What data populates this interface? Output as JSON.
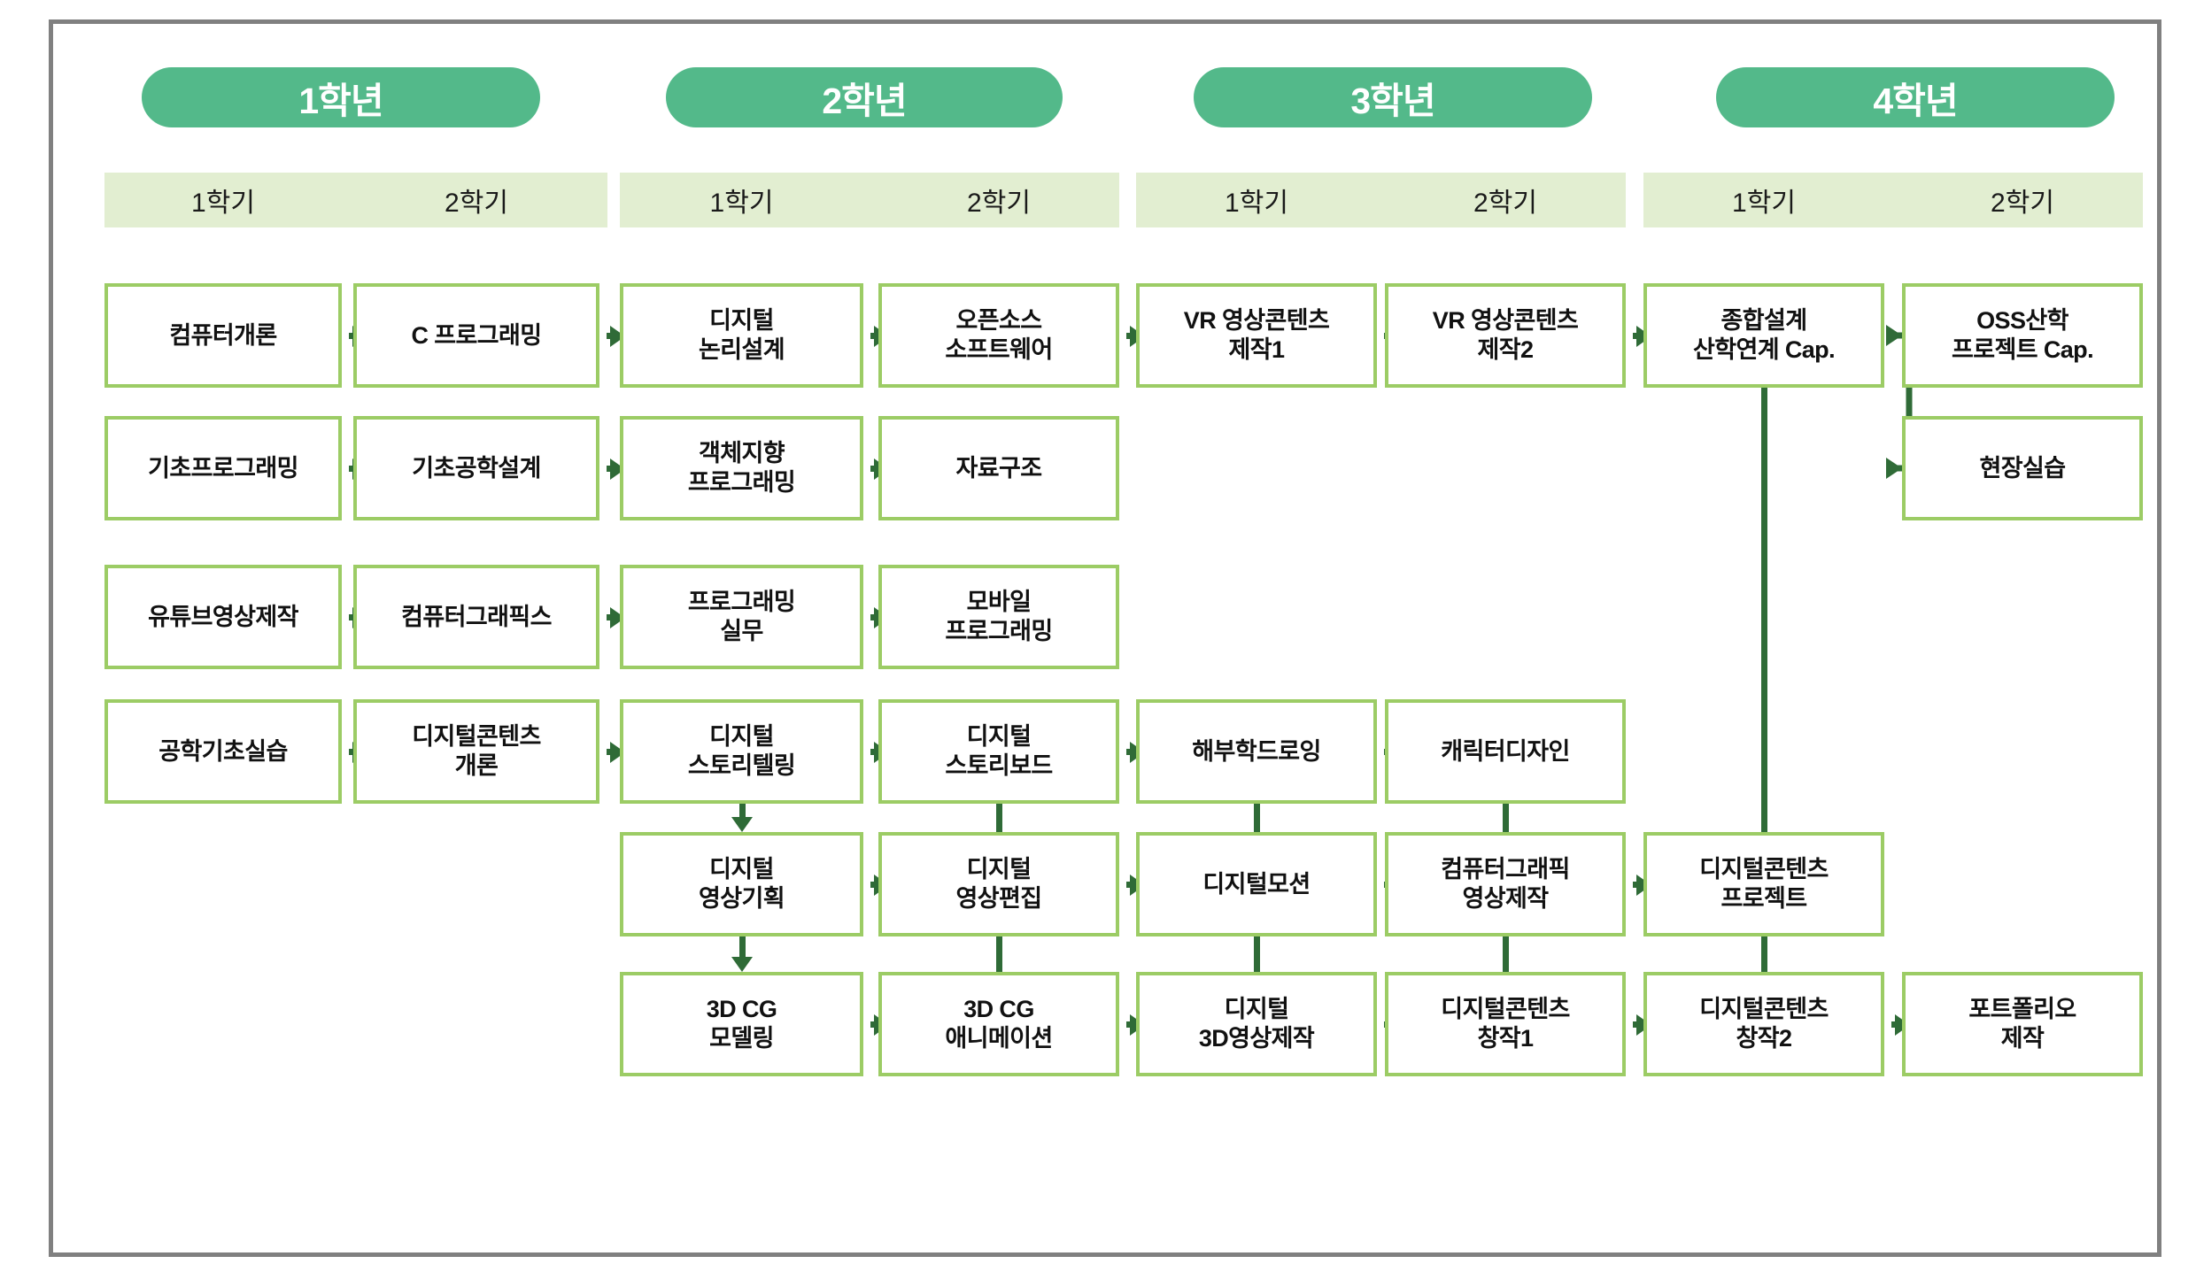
{
  "theme": {
    "frame_border": "#808080",
    "pill_bg": "#53b98a",
    "pill_text": "#ffffff",
    "band_bg": "#e2eed1",
    "box_border": "#9ccc65",
    "box_bg": "#ffffff",
    "arrow": "#2f6b37",
    "text": "#111111"
  },
  "years": [
    {
      "label": "1학년"
    },
    {
      "label": "2학년"
    },
    {
      "label": "3학년"
    },
    {
      "label": "4학년"
    }
  ],
  "semesters": [
    {
      "label": "1학기"
    },
    {
      "label": "2학기"
    },
    {
      "label": "1학기"
    },
    {
      "label": "2학기"
    },
    {
      "label": "1학기"
    },
    {
      "label": "2학기"
    },
    {
      "label": "1학기"
    },
    {
      "label": "2학기"
    }
  ],
  "columns": [
    "1학년 1학기",
    "1학년 2학기",
    "2학년 1학기",
    "2학년 2학기",
    "3학년 1학기",
    "3학년 2학기",
    "4학년 1학기",
    "4학년 2학기"
  ],
  "courses": [
    {
      "id": "c_r1_1",
      "col": 0,
      "row": 0,
      "lines": [
        "컴퓨터개론"
      ]
    },
    {
      "id": "c_r1_2",
      "col": 1,
      "row": 0,
      "lines": [
        "C 프로그래밍"
      ]
    },
    {
      "id": "c_r1_3",
      "col": 2,
      "row": 0,
      "lines": [
        "디지털",
        "논리설계"
      ]
    },
    {
      "id": "c_r1_4",
      "col": 3,
      "row": 0,
      "lines": [
        "오픈소스",
        "소프트웨어"
      ]
    },
    {
      "id": "c_r1_5",
      "col": 4,
      "row": 0,
      "lines": [
        "VR 영상콘텐츠",
        "제작1"
      ]
    },
    {
      "id": "c_r1_6",
      "col": 5,
      "row": 0,
      "lines": [
        "VR 영상콘텐츠",
        "제작2"
      ]
    },
    {
      "id": "c_r1_7",
      "col": 6,
      "row": 0,
      "lines": [
        "종합설계",
        "산학연계 Cap."
      ]
    },
    {
      "id": "c_r1_8",
      "col": 7,
      "row": 0,
      "lines": [
        "OSS산학",
        "프로젝트 Cap."
      ]
    },
    {
      "id": "c_r2_1",
      "col": 0,
      "row": 1,
      "lines": [
        "기초프로그래밍"
      ]
    },
    {
      "id": "c_r2_2",
      "col": 1,
      "row": 1,
      "lines": [
        "기초공학설계"
      ]
    },
    {
      "id": "c_r2_3",
      "col": 2,
      "row": 1,
      "lines": [
        "객체지향",
        "프로그래밍"
      ]
    },
    {
      "id": "c_r2_4",
      "col": 3,
      "row": 1,
      "lines": [
        "자료구조"
      ]
    },
    {
      "id": "c_r2_8",
      "col": 7,
      "row": 1,
      "lines": [
        "현장실습"
      ]
    },
    {
      "id": "c_r3_1",
      "col": 0,
      "row": 2,
      "lines": [
        "유튜브영상제작"
      ]
    },
    {
      "id": "c_r3_2",
      "col": 1,
      "row": 2,
      "lines": [
        "컴퓨터그래픽스"
      ]
    },
    {
      "id": "c_r3_3",
      "col": 2,
      "row": 2,
      "lines": [
        "프로그래밍",
        "실무"
      ]
    },
    {
      "id": "c_r3_4",
      "col": 3,
      "row": 2,
      "lines": [
        "모바일",
        "프로그래밍"
      ]
    },
    {
      "id": "c_r4_1",
      "col": 0,
      "row": 3,
      "lines": [
        "공학기초실습"
      ]
    },
    {
      "id": "c_r4_2",
      "col": 1,
      "row": 3,
      "lines": [
        "디지털콘텐츠",
        "개론"
      ]
    },
    {
      "id": "c_r4_3",
      "col": 2,
      "row": 3,
      "lines": [
        "디지털",
        "스토리텔링"
      ]
    },
    {
      "id": "c_r4_4",
      "col": 3,
      "row": 3,
      "lines": [
        "디지털",
        "스토리보드"
      ]
    },
    {
      "id": "c_r4_5",
      "col": 4,
      "row": 3,
      "lines": [
        "해부학드로잉"
      ]
    },
    {
      "id": "c_r4_6",
      "col": 5,
      "row": 3,
      "lines": [
        "캐릭터디자인"
      ]
    },
    {
      "id": "c_r5_3",
      "col": 2,
      "row": 4,
      "lines": [
        "디지털",
        "영상기획"
      ]
    },
    {
      "id": "c_r5_4",
      "col": 3,
      "row": 4,
      "lines": [
        "디지털",
        "영상편집"
      ]
    },
    {
      "id": "c_r5_5",
      "col": 4,
      "row": 4,
      "lines": [
        "디지털모션"
      ]
    },
    {
      "id": "c_r5_6",
      "col": 5,
      "row": 4,
      "lines": [
        "컴퓨터그래픽",
        "영상제작"
      ]
    },
    {
      "id": "c_r5_7",
      "col": 6,
      "row": 4,
      "lines": [
        "디지털콘텐츠",
        "프로젝트"
      ]
    },
    {
      "id": "c_r6_3",
      "col": 2,
      "row": 5,
      "lines": [
        "3D CG",
        "모델링"
      ]
    },
    {
      "id": "c_r6_4",
      "col": 3,
      "row": 5,
      "lines": [
        "3D CG",
        "애니메이션"
      ]
    },
    {
      "id": "c_r6_5",
      "col": 4,
      "row": 5,
      "lines": [
        "디지털",
        "3D영상제작"
      ]
    },
    {
      "id": "c_r6_6",
      "col": 5,
      "row": 5,
      "lines": [
        "디지털콘텐츠",
        "창작1"
      ]
    },
    {
      "id": "c_r6_7",
      "col": 6,
      "row": 5,
      "lines": [
        "디지털콘텐츠",
        "창작2"
      ]
    },
    {
      "id": "c_r6_8",
      "col": 7,
      "row": 5,
      "lines": [
        "포트폴리오",
        "제작"
      ]
    }
  ],
  "connections": [
    {
      "from": "컴퓨터개론",
      "to": "C 프로그래밍",
      "kind": "horizontal"
    },
    {
      "from": "C 프로그래밍",
      "to": "디지털 논리설계",
      "kind": "horizontal"
    },
    {
      "from": "디지털 논리설계",
      "to": "오픈소스 소프트웨어",
      "kind": "horizontal"
    },
    {
      "from": "오픈소스 소프트웨어",
      "to": "VR 영상콘텐츠 제작1",
      "kind": "horizontal"
    },
    {
      "from": "VR 영상콘텐츠 제작1",
      "to": "VR 영상콘텐츠 제작2",
      "kind": "horizontal"
    },
    {
      "from": "VR 영상콘텐츠 제작2",
      "to": "종합설계 산학연계 Cap.",
      "kind": "horizontal"
    },
    {
      "from": "종합설계 산학연계 Cap.",
      "to": "OSS산학 프로젝트 Cap.",
      "kind": "branch"
    },
    {
      "from": "종합설계 산학연계 Cap.",
      "to": "현장실습",
      "kind": "branch"
    },
    {
      "from": "종합설계 산학연계 Cap.",
      "to": "디지털콘텐츠 프로젝트",
      "kind": "vertical-long"
    },
    {
      "from": "기초프로그래밍",
      "to": "기초공학설계",
      "kind": "horizontal"
    },
    {
      "from": "기초공학설계",
      "to": "객체지향 프로그래밍",
      "kind": "horizontal"
    },
    {
      "from": "객체지향 프로그래밍",
      "to": "자료구조",
      "kind": "horizontal"
    },
    {
      "from": "유튜브영상제작",
      "to": "컴퓨터그래픽스",
      "kind": "horizontal"
    },
    {
      "from": "컴퓨터그래픽스",
      "to": "프로그래밍 실무",
      "kind": "horizontal"
    },
    {
      "from": "프로그래밍 실무",
      "to": "모바일 프로그래밍",
      "kind": "horizontal"
    },
    {
      "from": "공학기초실습",
      "to": "디지털콘텐츠 개론",
      "kind": "horizontal"
    },
    {
      "from": "디지털콘텐츠 개론",
      "to": "디지털 스토리텔링",
      "kind": "horizontal"
    },
    {
      "from": "디지털 스토리텔링",
      "to": "디지털 스토리보드",
      "kind": "horizontal"
    },
    {
      "from": "디지털 스토리보드",
      "to": "해부학드로잉",
      "kind": "horizontal"
    },
    {
      "from": "해부학드로잉",
      "to": "캐릭터디자인",
      "kind": "horizontal"
    },
    {
      "from": "디지털 스토리텔링",
      "to": "디지털 영상기획",
      "kind": "vertical"
    },
    {
      "from": "디지털 스토리보드",
      "to": "디지털 영상편집",
      "kind": "vertical"
    },
    {
      "from": "해부학드로잉",
      "to": "디지털모션",
      "kind": "vertical"
    },
    {
      "from": "캐릭터디자인",
      "to": "컴퓨터그래픽 영상제작",
      "kind": "vertical"
    },
    {
      "from": "디지털 영상기획",
      "to": "디지털 영상편집",
      "kind": "horizontal"
    },
    {
      "from": "디지털 영상편집",
      "to": "디지털모션",
      "kind": "horizontal"
    },
    {
      "from": "디지털모션",
      "to": "컴퓨터그래픽 영상제작",
      "kind": "horizontal"
    },
    {
      "from": "컴퓨터그래픽 영상제작",
      "to": "디지털콘텐츠 프로젝트",
      "kind": "horizontal"
    },
    {
      "from": "디지털 영상기획",
      "to": "3D CG 모델링",
      "kind": "vertical"
    },
    {
      "from": "디지털 영상편집",
      "to": "3D CG 애니메이션",
      "kind": "vertical"
    },
    {
      "from": "디지털모션",
      "to": "디지털 3D영상제작",
      "kind": "vertical"
    },
    {
      "from": "컴퓨터그래픽 영상제작",
      "to": "디지털콘텐츠 창작1",
      "kind": "vertical"
    },
    {
      "from": "디지털콘텐츠 프로젝트",
      "to": "디지털콘텐츠 창작2",
      "kind": "vertical"
    },
    {
      "from": "3D CG 모델링",
      "to": "3D CG 애니메이션",
      "kind": "horizontal"
    },
    {
      "from": "3D CG 애니메이션",
      "to": "디지털 3D영상제작",
      "kind": "horizontal"
    },
    {
      "from": "디지털 3D영상제작",
      "to": "디지털콘텐츠 창작1",
      "kind": "horizontal"
    },
    {
      "from": "디지털콘텐츠 창작1",
      "to": "디지털콘텐츠 창작2",
      "kind": "horizontal"
    },
    {
      "from": "디지털콘텐츠 창작2",
      "to": "포트폴리오 제작",
      "kind": "horizontal"
    }
  ]
}
